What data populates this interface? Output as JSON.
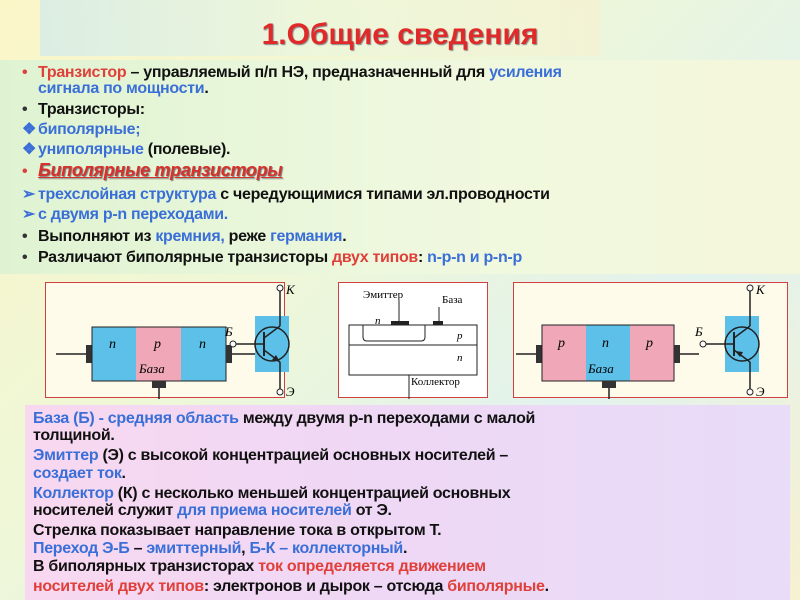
{
  "title": "1.Общие сведения",
  "colors": {
    "red": "#e0403a",
    "blue": "#3a6fd8",
    "text": "#111111",
    "n_region": "#5cc0e8",
    "p_region": "#f0a8b8"
  },
  "top_lines": [
    {
      "bullet": "•",
      "bullet_color": "#e0403a",
      "segs": [
        {
          "t": "Транзистор",
          "c": "r"
        },
        {
          "t": " – управляемый п/п НЭ, предназначенный для ",
          "c": "k"
        },
        {
          "t": "усиления",
          "c": "b"
        }
      ]
    },
    {
      "bullet": "",
      "segs": [
        {
          "t": "сигнала по мощности",
          "c": "b"
        },
        {
          "t": ".",
          "c": "k"
        }
      ]
    },
    {
      "bullet": "•",
      "segs": [
        {
          "t": "Транзисторы:",
          "c": "k"
        }
      ]
    },
    {
      "bullet": "❖",
      "bullet_color": "#3a6fd8",
      "segs": [
        {
          "t": "биполярные;",
          "c": "b"
        }
      ]
    },
    {
      "bullet": "❖",
      "bullet_color": "#3a6fd8",
      "segs": [
        {
          "t": "униполярные",
          "c": "b"
        },
        {
          "t": " (полевые).",
          "c": "k"
        }
      ]
    },
    {
      "bullet": "•",
      "bullet_color": "#e0403a",
      "segs": [
        {
          "t": "Биполярные транзисторы",
          "c": "rt"
        }
      ]
    },
    {
      "bullet": "➢",
      "bullet_color": "#3a6fd8",
      "segs": [
        {
          "t": "трехслойная структура",
          "c": "b"
        },
        {
          "t": " с чередующимися типами эл.проводности",
          "c": "k"
        }
      ]
    },
    {
      "bullet": "➢",
      "bullet_color": "#3a6fd8",
      "segs": [
        {
          "t": "с двумя p-n переходами.",
          "c": "b"
        }
      ]
    },
    {
      "bullet": "•",
      "segs": [
        {
          "t": "Выполняют из ",
          "c": "k"
        },
        {
          "t": "кремния,",
          "c": "b"
        },
        {
          "t": " реже ",
          "c": "k"
        },
        {
          "t": "германия",
          "c": "b"
        },
        {
          "t": ".",
          "c": "k"
        }
      ]
    },
    {
      "bullet": "•",
      "segs": [
        {
          "t": "Различают биполярные транзисторы ",
          "c": "k"
        },
        {
          "t": "двух типов",
          "c": "r"
        },
        {
          "t": ": ",
          "c": "k"
        },
        {
          "t": "n-p-n и  p-n-p",
          "c": "b"
        }
      ]
    }
  ],
  "diagrams": {
    "npn": {
      "layers": [
        "n",
        "p",
        "n"
      ],
      "base_label": "База",
      "B": "Б",
      "K": "К",
      "E": "Э"
    },
    "structure": {
      "emitter": "Эмиттер",
      "base": "База",
      "collector": "Коллектор",
      "n_top": "n",
      "p": "p",
      "n": "n"
    },
    "pnp": {
      "layers": [
        "p",
        "n",
        "p"
      ],
      "base_label": "База",
      "B": "Б",
      "K": "К",
      "E": "Э"
    }
  },
  "bottom_lines": [
    {
      "segs": [
        {
          "t": "База (Б) - ",
          "c": "b"
        },
        {
          "t": "средняя область",
          "c": "b"
        },
        {
          "t": " между двумя p-n переходами с малой",
          "c": "k"
        }
      ]
    },
    {
      "segs": [
        {
          "t": "толщиной.",
          "c": "k"
        }
      ]
    },
    {
      "segs": [
        {
          "t": "Эмиттер",
          "c": "b"
        },
        {
          "t": " (Э) с высокой концентрацией основных носителей –",
          "c": "k"
        }
      ]
    },
    {
      "segs": [
        {
          "t": "создает ток",
          "c": "b"
        },
        {
          "t": ".",
          "c": "k"
        }
      ]
    },
    {
      "segs": [
        {
          "t": "Коллектор",
          "c": "b"
        },
        {
          "t": " (К) с несколько меньшей концентрацией основных",
          "c": "k"
        }
      ]
    },
    {
      "segs": [
        {
          "t": "носителей служит ",
          "c": "k"
        },
        {
          "t": "для приема носителей",
          "c": "b"
        },
        {
          "t": " от Э.",
          "c": "k"
        }
      ]
    },
    {
      "segs": [
        {
          "t": "Стрелка показывает направление тока в открытом Т.",
          "c": "k"
        }
      ]
    },
    {
      "segs": [
        {
          "t": "Переход Э-Б",
          "c": "b"
        },
        {
          "t": " – ",
          "c": "k"
        },
        {
          "t": "эмиттерный",
          "c": "b"
        },
        {
          "t": ", ",
          "c": "k"
        },
        {
          "t": "Б-К – коллекторный",
          "c": "b"
        },
        {
          "t": ".",
          "c": "k"
        }
      ]
    },
    {
      "segs": [
        {
          "t": "В биполярных транзисторах ",
          "c": "k"
        },
        {
          "t": "ток определяется движением",
          "c": "r"
        }
      ]
    },
    {
      "segs": [
        {
          "t": "носителей двух типов",
          "c": "r"
        },
        {
          "t": ": электронов и дырок – отсюда ",
          "c": "k"
        },
        {
          "t": "биполярные",
          "c": "r"
        },
        {
          "t": ".",
          "c": "k"
        }
      ]
    }
  ]
}
